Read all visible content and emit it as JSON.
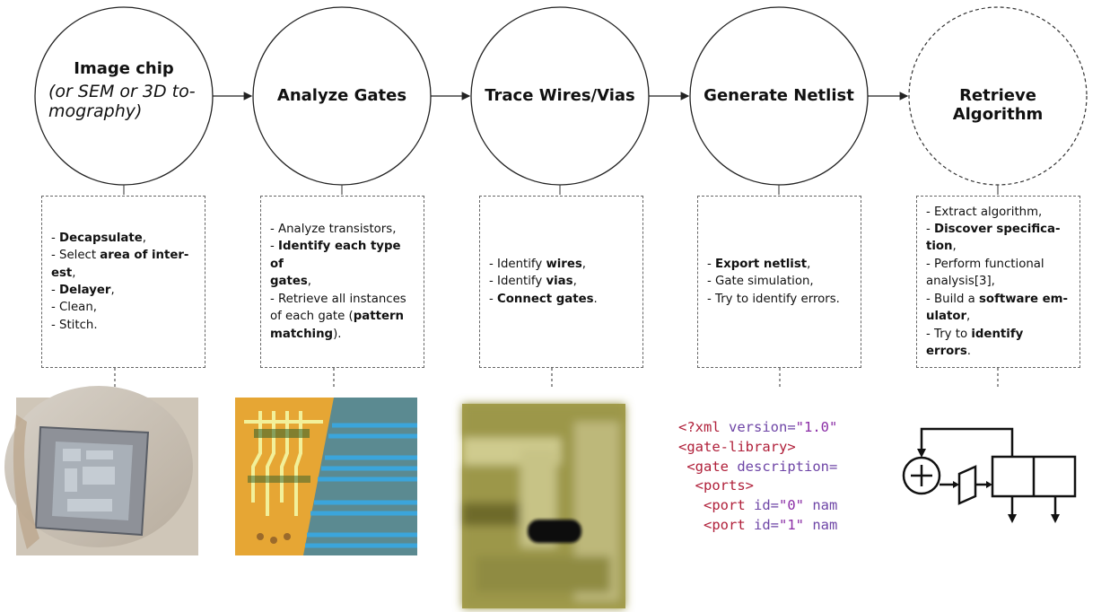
{
  "steps": [
    {
      "title": "Image chip",
      "subtitle": "(or SEM or 3D to-\nmography)",
      "dashed_circle": false,
      "items": [
        [
          {
            "t": "- "
          },
          {
            "b": "Decapsulate"
          },
          {
            "t": ","
          }
        ],
        [
          {
            "t": "- Select "
          },
          {
            "b": "area of inter-"
          }
        ],
        [
          {
            "b": "est"
          },
          {
            "t": ","
          }
        ],
        [
          {
            "t": "- "
          },
          {
            "b": "Delayer"
          },
          {
            "t": ","
          }
        ],
        [
          {
            "t": "- Clean,"
          }
        ],
        [
          {
            "t": "- Stitch."
          }
        ]
      ],
      "visual": "chip-photo"
    },
    {
      "title": "Analyze Gates",
      "subtitle": "",
      "dashed_circle": false,
      "items": [
        [
          {
            "t": "- Analyze transistors,"
          }
        ],
        [
          {
            "t": "- "
          },
          {
            "b": "Identify each type of"
          }
        ],
        [
          {
            "b": "gates"
          },
          {
            "t": ","
          }
        ],
        [
          {
            "t": "- Retrieve all instances"
          }
        ],
        [
          {
            "t": "of each gate ("
          },
          {
            "b": "pattern"
          }
        ],
        [
          {
            "b": "matching"
          },
          {
            "t": ")."
          }
        ]
      ],
      "visual": "gates-micrograph"
    },
    {
      "title": "Trace Wires/Vias",
      "subtitle": "",
      "dashed_circle": false,
      "items": [
        [
          {
            "t": "- Identify "
          },
          {
            "b": "wires"
          },
          {
            "t": ","
          }
        ],
        [
          {
            "t": "- Identify "
          },
          {
            "b": "vias"
          },
          {
            "t": ","
          }
        ],
        [
          {
            "t": "- "
          },
          {
            "b": "Connect gates"
          },
          {
            "t": "."
          }
        ]
      ],
      "visual": "via-closeup"
    },
    {
      "title": "Generate Netlist",
      "subtitle": "",
      "dashed_circle": false,
      "items": [
        [
          {
            "t": "- "
          },
          {
            "b": "Export netlist"
          },
          {
            "t": ","
          }
        ],
        [
          {
            "t": "- Gate simulation,"
          }
        ],
        [
          {
            "t": "- Try to identify errors."
          }
        ]
      ],
      "visual": "netlist-code"
    },
    {
      "title": "Retrieve Algorithm",
      "subtitle": "",
      "dashed_circle": true,
      "items": [
        [
          {
            "t": "- Extract algorithm,"
          }
        ],
        [
          {
            "t": "- "
          },
          {
            "b": "Discover specifica-"
          }
        ],
        [
          {
            "b": "tion"
          },
          {
            "t": ","
          }
        ],
        [
          {
            "t": "- Perform functional"
          }
        ],
        [
          {
            "t": "analysis[3],"
          }
        ],
        [
          {
            "t": "- Build a "
          },
          {
            "b": "software em-"
          }
        ],
        [
          {
            "b": "ulator"
          },
          {
            "t": ","
          }
        ],
        [
          {
            "t": "- Try to "
          },
          {
            "b": "identify errors"
          },
          {
            "t": "."
          }
        ]
      ],
      "visual": "algorithm-block-diagram"
    }
  ],
  "netlist_code": [
    [
      {
        "c": "tag",
        "t": "<?xml "
      },
      {
        "c": "attr",
        "t": "version="
      },
      {
        "c": "str",
        "t": "\"1.0\""
      }
    ],
    [
      {
        "c": "tag",
        "t": "<gate-library>"
      }
    ],
    [
      {
        "c": "plain",
        "t": " "
      },
      {
        "c": "tag",
        "t": "<gate "
      },
      {
        "c": "attr",
        "t": "description="
      }
    ],
    [
      {
        "c": "plain",
        "t": "  "
      },
      {
        "c": "tag",
        "t": "<ports>"
      }
    ],
    [
      {
        "c": "plain",
        "t": "   "
      },
      {
        "c": "tag",
        "t": "<port "
      },
      {
        "c": "attr",
        "t": "id="
      },
      {
        "c": "str",
        "t": "\"0\""
      },
      {
        "c": "attr",
        "t": " nam"
      }
    ],
    [
      {
        "c": "plain",
        "t": "   "
      },
      {
        "c": "tag",
        "t": "<port "
      },
      {
        "c": "attr",
        "t": "id="
      },
      {
        "c": "str",
        "t": "\"1\""
      },
      {
        "c": "attr",
        "t": " nam"
      }
    ]
  ],
  "colors": {
    "line": "#222222",
    "box_border": "#666666",
    "code_tag": "#b0203a",
    "code_attr": "#6e45a6",
    "code_string": "#8b2ea6"
  }
}
